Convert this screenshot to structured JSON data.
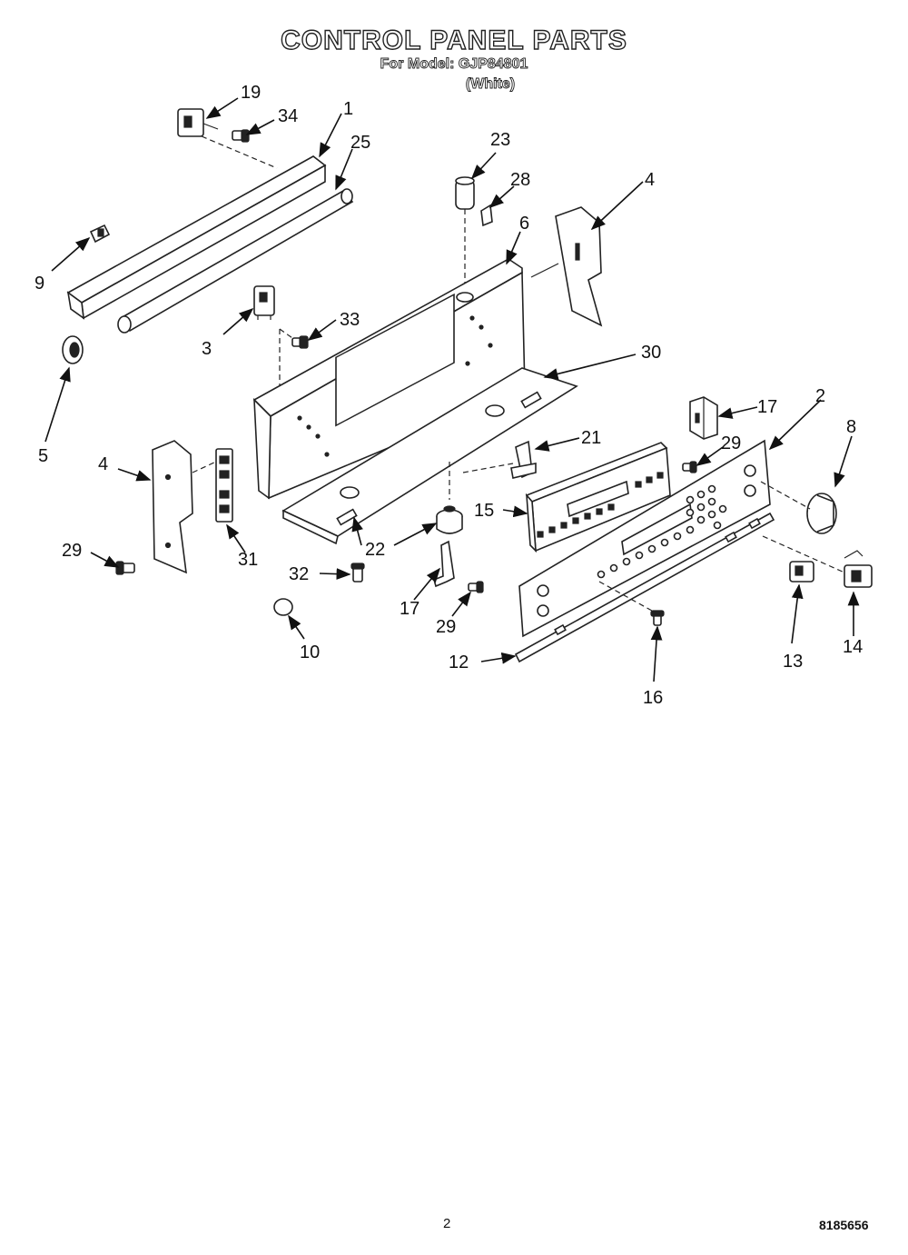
{
  "header": {
    "title": "CONTROL PANEL PARTS",
    "model_line": "For Model: GJP84801",
    "color_line": "(White)"
  },
  "footer": {
    "page_number": "2",
    "doc_number": "8185656"
  },
  "callouts": {
    "n1": "1",
    "n2": "2",
    "n3": "3",
    "n4a": "4",
    "n4b": "4",
    "n5": "5",
    "n6": "6",
    "n8": "8",
    "n9": "9",
    "n10": "10",
    "n12": "12",
    "n13": "13",
    "n14": "14",
    "n15": "15",
    "n16": "16",
    "n17a": "17",
    "n17b": "17",
    "n19": "19",
    "n21": "21",
    "n22": "22",
    "n23": "23",
    "n25": "25",
    "n28": "28",
    "n29a": "29",
    "n29b": "29",
    "n29c": "29",
    "n30": "30",
    "n31": "31",
    "n32": "32",
    "n33": "33",
    "n34": "34"
  }
}
